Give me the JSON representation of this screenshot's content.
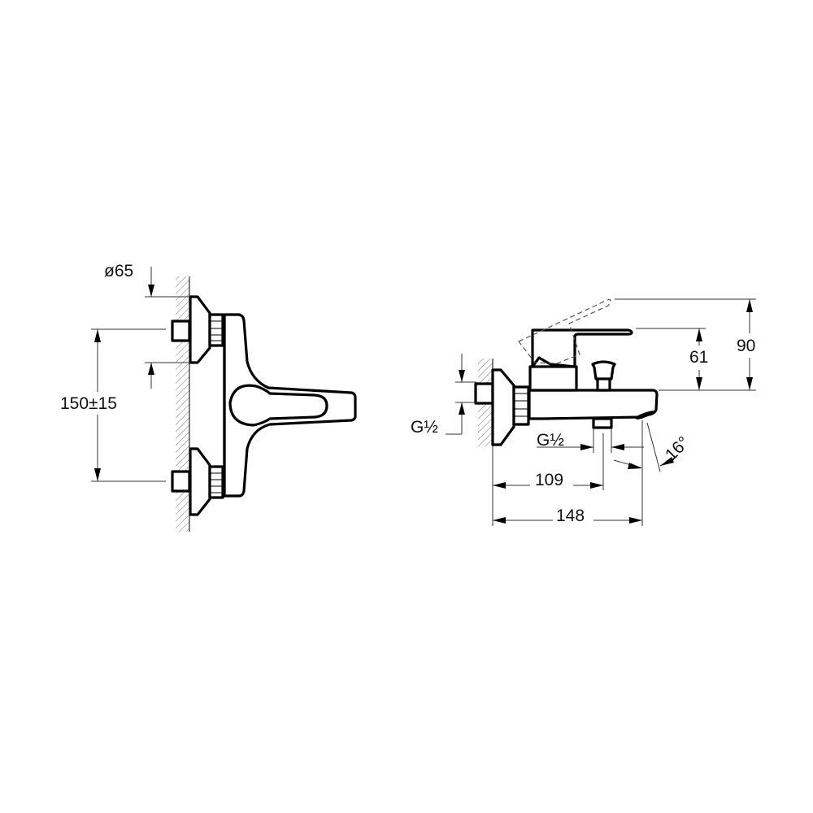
{
  "drawing": {
    "title": "Bath mixer dimensional drawing",
    "views": {
      "front": {
        "labels": {
          "diameter": "ø65",
          "spacing": "150±15"
        }
      },
      "side": {
        "labels": {
          "inlet_thread": "G½",
          "outlet_thread": "G½",
          "outlet_distance": "109",
          "total_depth": "148",
          "lever_height": "61",
          "lever_max_height": "90",
          "spout_angle": "16°"
        }
      }
    },
    "colors": {
      "line": "#000000",
      "dimension": "#333333",
      "background": "#ffffff"
    }
  }
}
